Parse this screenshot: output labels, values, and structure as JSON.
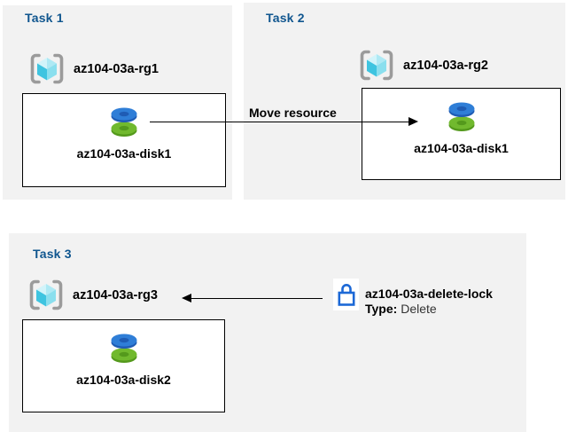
{
  "colors": {
    "panel_bg": "#f2f2f2",
    "heading_blue": "#10568f",
    "label_black": "#000000",
    "arrow_black": "#000000",
    "disk_blue": "#2f7ed7",
    "disk_blue_dark": "#1f5cb4",
    "disk_green": "#71b92e",
    "disk_green_dark": "#54991c",
    "lock_blue": "#1c68d6",
    "bracket_gray": "#9b9b9b",
    "cube_left": "#3ec4e0",
    "cube_right": "#8adfee",
    "cube_top_left": "#d2f4fa",
    "cube_top_right": "#aee9f4"
  },
  "tasks": [
    {
      "label": "Task 1",
      "resource_group": "az104-03a-rg1",
      "resource": "az104-03a-disk1"
    },
    {
      "label": "Task 2",
      "resource_group": "az104-03a-rg2",
      "resource": "az104-03a-disk1"
    },
    {
      "label": "Task 3",
      "resource_group": "az104-03a-rg3",
      "resource": "az104-03a-disk2"
    }
  ],
  "move_arrow": {
    "label": "Move resource"
  },
  "delete_lock": {
    "name": "az104-03a-delete-lock",
    "type_label": "Type:",
    "type_value": "Delete"
  }
}
